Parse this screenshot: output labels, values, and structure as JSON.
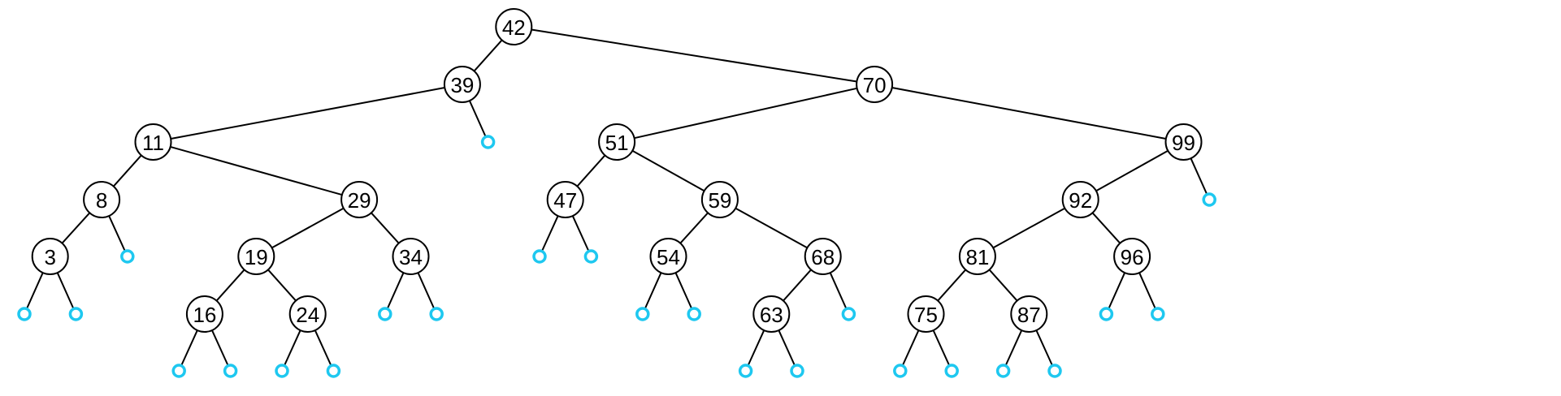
{
  "colors": {
    "node_stroke": "#000000",
    "leaf_stroke": "#1ec8f0",
    "edge": "#000000"
  },
  "tree": {
    "key": "42",
    "left": {
      "key": "39",
      "left": {
        "key": "11",
        "left": {
          "key": "8",
          "left": {
            "key": "3",
            "left": null,
            "right": null
          },
          "right": null
        },
        "right": {
          "key": "29",
          "left": {
            "key": "19",
            "left": {
              "key": "16",
              "left": null,
              "right": null
            },
            "right": {
              "key": "24",
              "left": null,
              "right": null
            }
          },
          "right": {
            "key": "34",
            "left": null,
            "right": null
          }
        }
      },
      "right": null
    },
    "right": {
      "key": "70",
      "left": {
        "key": "51",
        "left": {
          "key": "47",
          "left": null,
          "right": null
        },
        "right": {
          "key": "59",
          "left": {
            "key": "54",
            "left": null,
            "right": null
          },
          "right": {
            "key": "68",
            "left": {
              "key": "63",
              "left": null,
              "right": null
            },
            "right": null
          }
        }
      },
      "right": {
        "key": "99",
        "left": {
          "key": "92",
          "left": {
            "key": "81",
            "left": {
              "key": "75",
              "left": null,
              "right": null
            },
            "right": {
              "key": "87",
              "left": null,
              "right": null
            }
          },
          "right": {
            "key": "96",
            "left": null,
            "right": null
          }
        },
        "right": null
      }
    }
  }
}
